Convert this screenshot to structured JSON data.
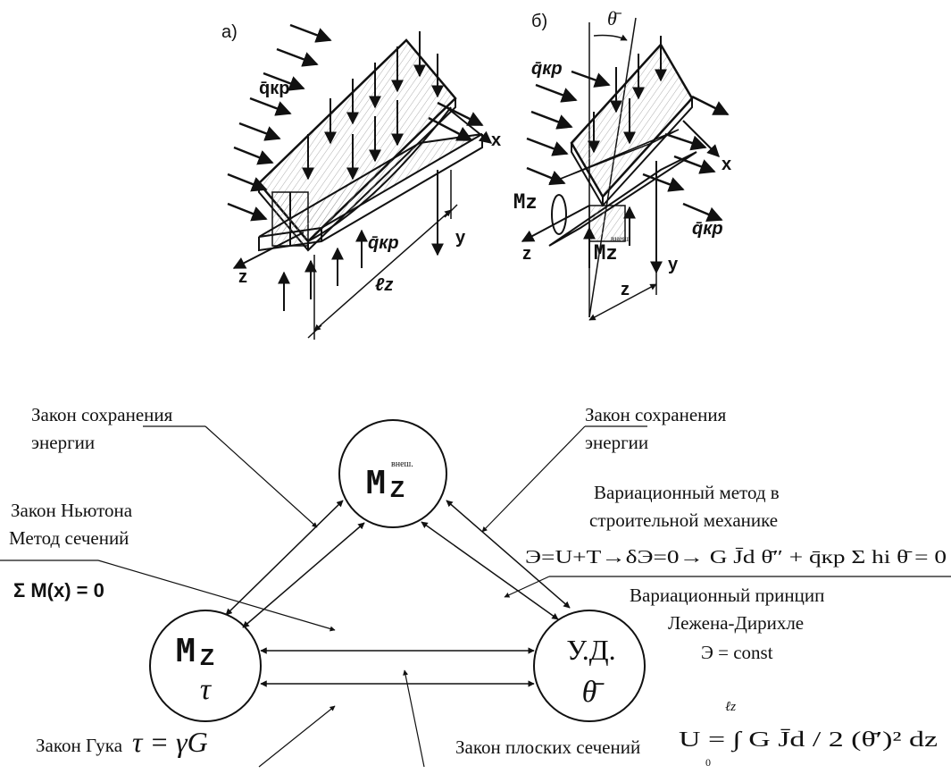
{
  "figures": {
    "a": {
      "panel_label": "а)",
      "load_label": "q̄кр",
      "load_label_lower": "q̄кр",
      "axis_x": "x",
      "axis_y": "y",
      "axis_z": "z",
      "length_label": "ℓz"
    },
    "b": {
      "panel_label": "б)",
      "angle_label": "θ̄",
      "load_label": "q̄кр",
      "load_label_right": "q̄кр",
      "moment_label": "Mz",
      "moment_ext_label": "Mz",
      "moment_ext_sup": "внеш.",
      "axis_x": "x",
      "axis_y": "y",
      "axis_z": "z",
      "dim_label": "z"
    }
  },
  "diagram": {
    "nodes": {
      "top": {
        "main": "M",
        "sub": "Z",
        "sup": "внеш."
      },
      "left": {
        "main": "M",
        "sub": "Z",
        "line2": "τ"
      },
      "right": {
        "line1": "У.Д.",
        "line2": "θ̄"
      }
    },
    "labels": {
      "energy_left_1": "Закон сохранения",
      "energy_left_2": "энергии",
      "energy_right_1": "Закон сохранения",
      "energy_right_2": "энергии",
      "newton_1": "Закон Ньютона",
      "newton_2": "Метод сечений",
      "sum_moment": "Σ M(x) = 0",
      "variational_method_1": "Вариационный метод в",
      "variational_method_2": "строительной механике",
      "variational_equation": "Э=U+T→δЭ=0→ G J̄d θ̄″ + q̄кр Σ hi θ̄ = 0",
      "variational_principle_1": "Вариационный принцип",
      "variational_principle_2": "Лежена-Дирихле",
      "energy_const": "Э = const",
      "hooke": "Закон Гука",
      "hooke_formula": "τ = γG",
      "plane_sections": "Закон плоских сечений",
      "energy_formula": "U = ∫ G J̄d / 2 (θ̄′)² dz",
      "integral_upper": "ℓz",
      "integral_lower": "0"
    }
  }
}
